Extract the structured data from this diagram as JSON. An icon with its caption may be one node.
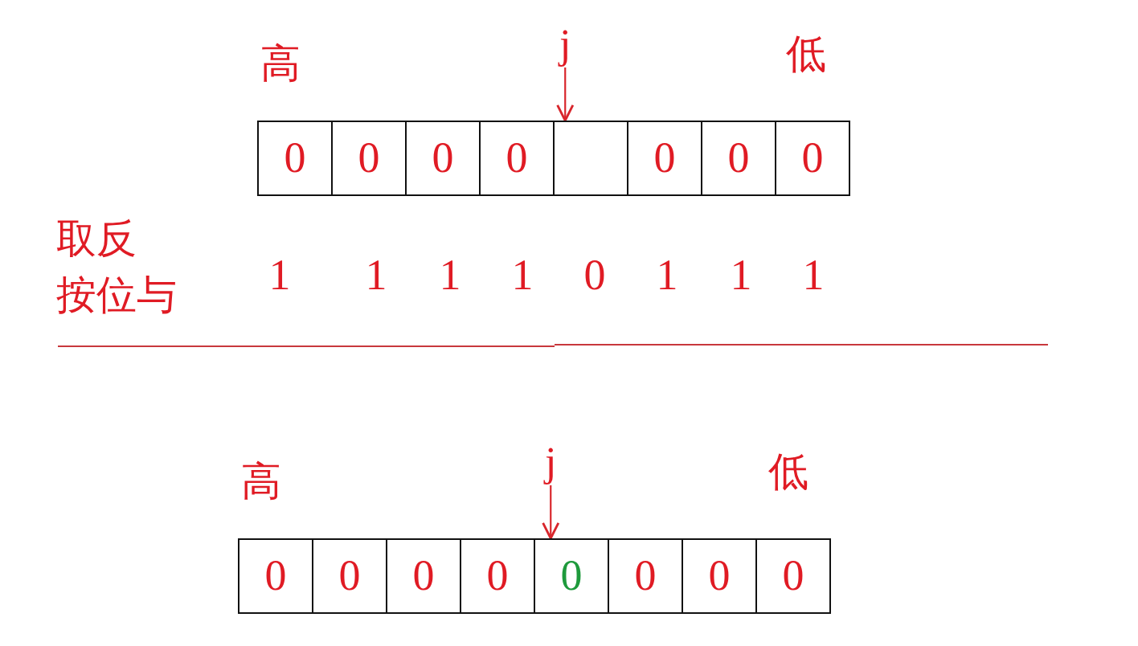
{
  "diagram": {
    "nodes": [
      {
        "text": [
          "j"
        ]
      },
      {
        "text": [
          "0"
        ]
      },
      {
        "text": [
          "0"
        ]
      },
      {
        "text": [
          "0"
        ]
      },
      {
        "text": [
          "0"
        ]
      },
      {
        "text": [],
        "shape": "box"
      },
      {
        "text": [
          "0"
        ]
      },
      {
        "text": [
          "0"
        ]
      },
      {
        "text": [
          "0"
        ]
      },
      {
        "text": [
          "j"
        ]
      },
      {
        "text": [
          "0"
        ]
      },
      {
        "text": [
          "0"
        ]
      },
      {
        "text": [
          "0"
        ]
      },
      {
        "text": [
          "0"
        ]
      },
      {
        "text": [
          "0"
        ]
      },
      {
        "text": [
          "0"
        ]
      },
      {
        "text": [
          "0"
        ]
      },
      {
        "text": [
          "0"
        ]
      }
    ],
    "edges": [
      {
        "from": 0,
        "to": 5,
        "arrow": "to"
      },
      {
        "from": 9,
        "to": 14,
        "arrow": "to"
      }
    ],
    "labels": [
      "高",
      "低",
      "取反",
      "按位与",
      "1",
      "1",
      "1",
      "1",
      "0",
      "1",
      "1",
      "1",
      "高",
      "低"
    ]
  }
}
